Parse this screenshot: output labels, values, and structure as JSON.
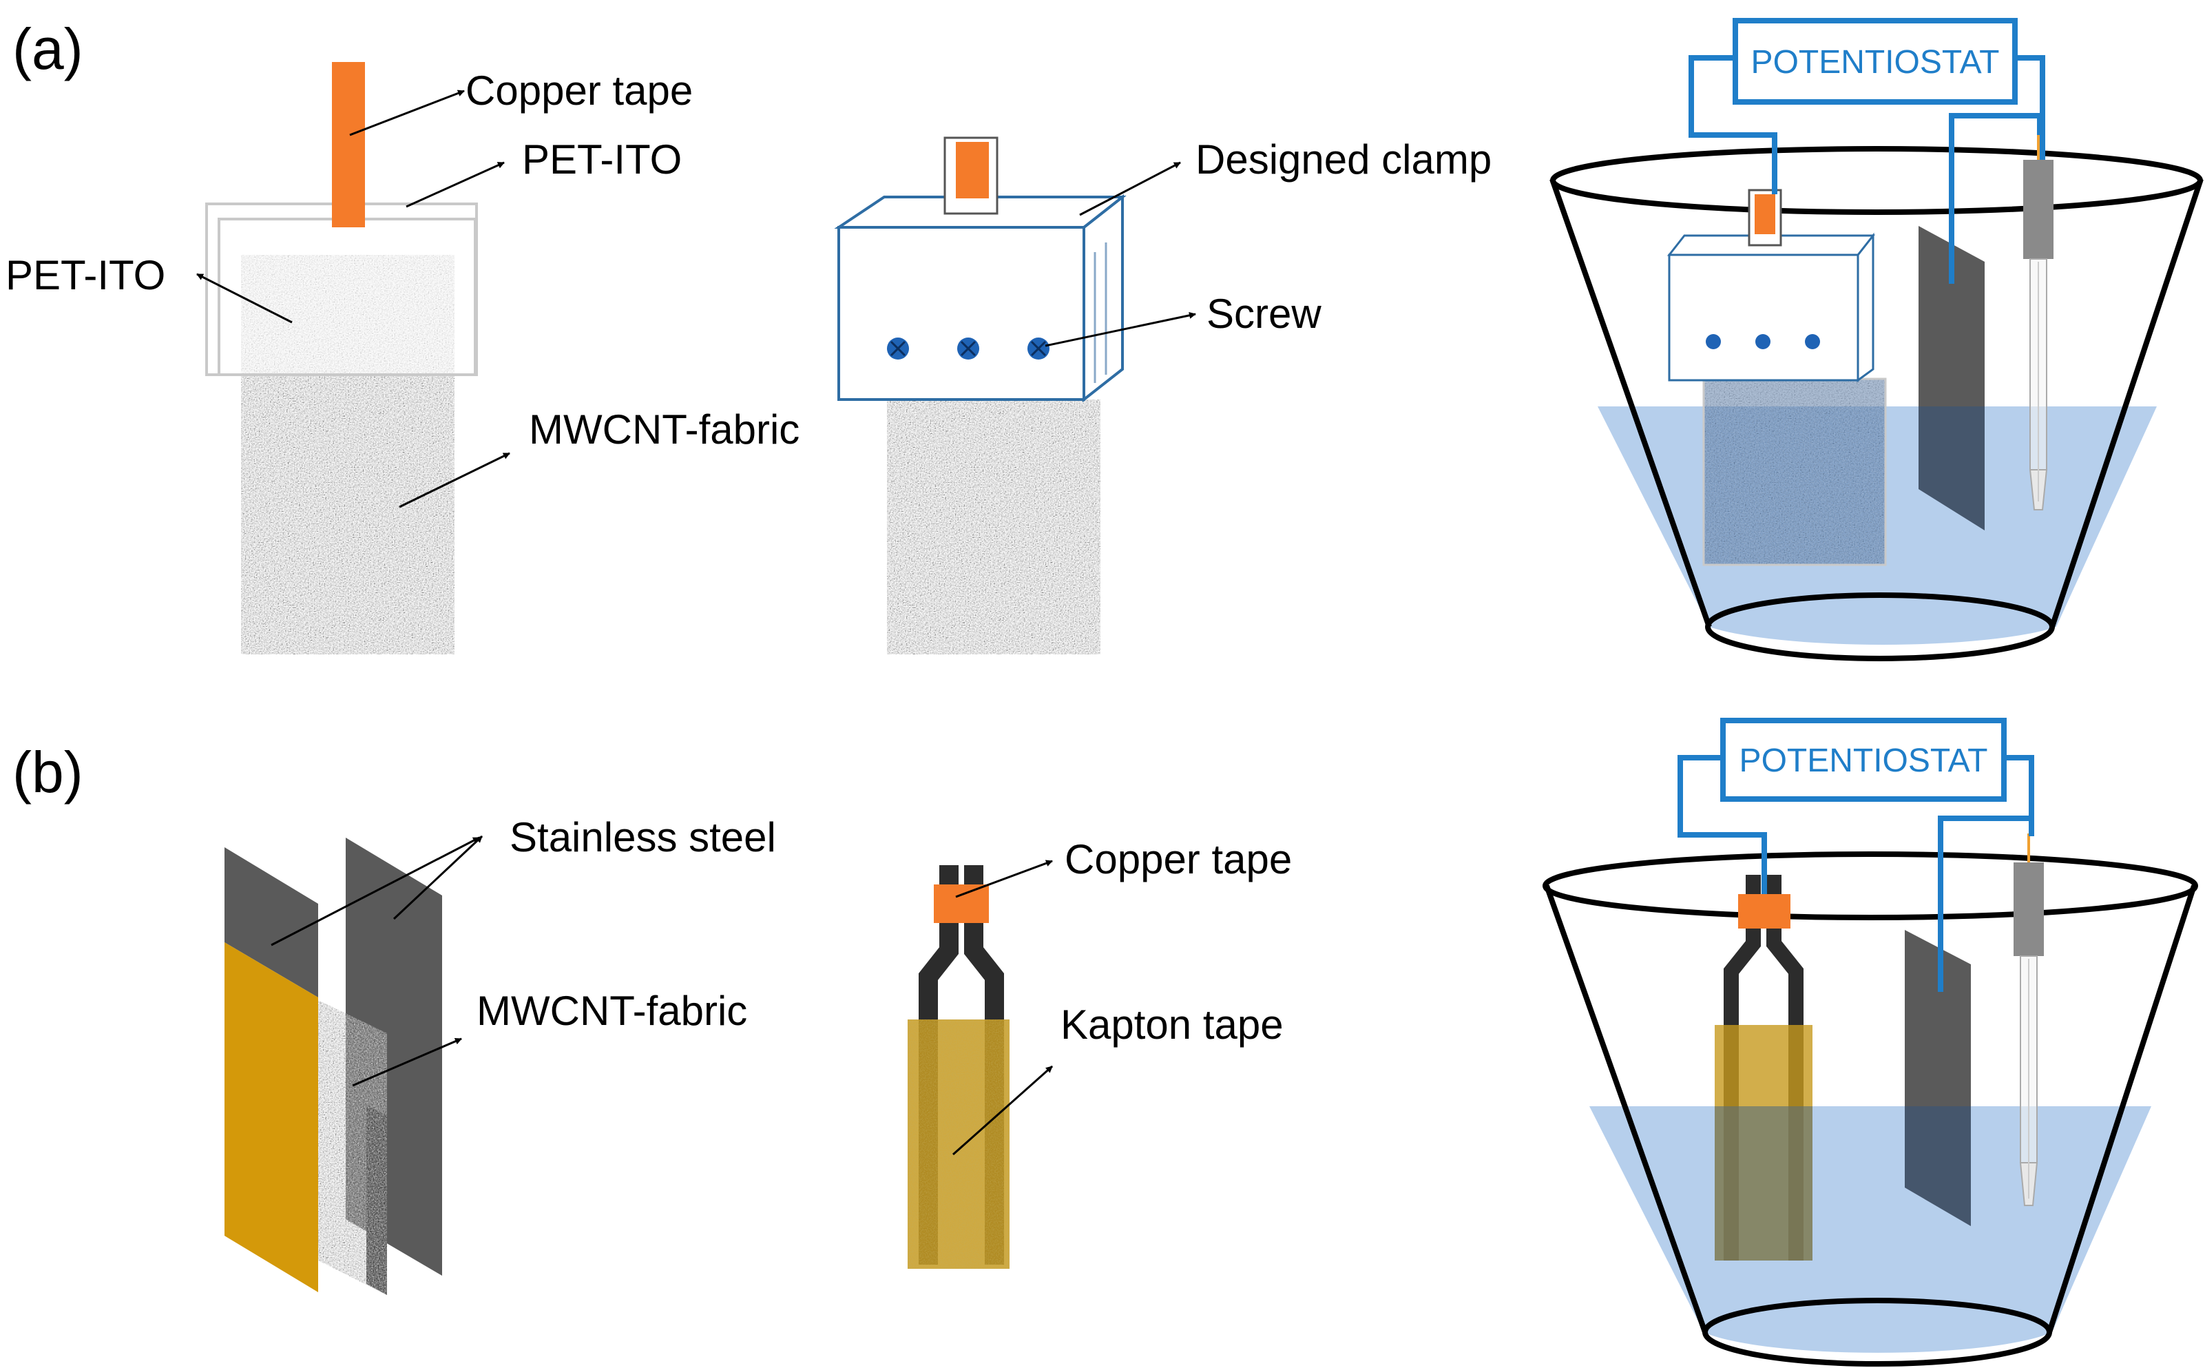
{
  "colors": {
    "copper": "#f47b2a",
    "kapton": "#d4990a",
    "steel": "#5a5a5a",
    "electrolyte": "#a9c7e9",
    "wire": "#1f7ec9",
    "clamp_outline": "#2e6da4",
    "screw": "#1f63b5",
    "pet_ito_outline": "#c9c9c9",
    "beaker_outline": "#000000"
  },
  "panel_a": {
    "label": "(a)",
    "electrode": {
      "copper_tape": "Copper tape",
      "pet_ito_top": "PET-ITO",
      "pet_ito_left": "PET-ITO",
      "mwcnt_fabric": "MWCNT-fabric"
    },
    "clamp": {
      "designed_clamp": "Designed clamp",
      "screw": "Screw"
    },
    "cell": {
      "potentiostat": "POTENTIOSTAT"
    }
  },
  "panel_b": {
    "label": "(b)",
    "electrode": {
      "stainless_steel": "Stainless steel",
      "mwcnt_fabric": "MWCNT-fabric"
    },
    "assembly": {
      "copper_tape": "Copper tape",
      "kapton_tape": "Kapton tape"
    },
    "cell": {
      "potentiostat": "POTENTIOSTAT"
    }
  }
}
